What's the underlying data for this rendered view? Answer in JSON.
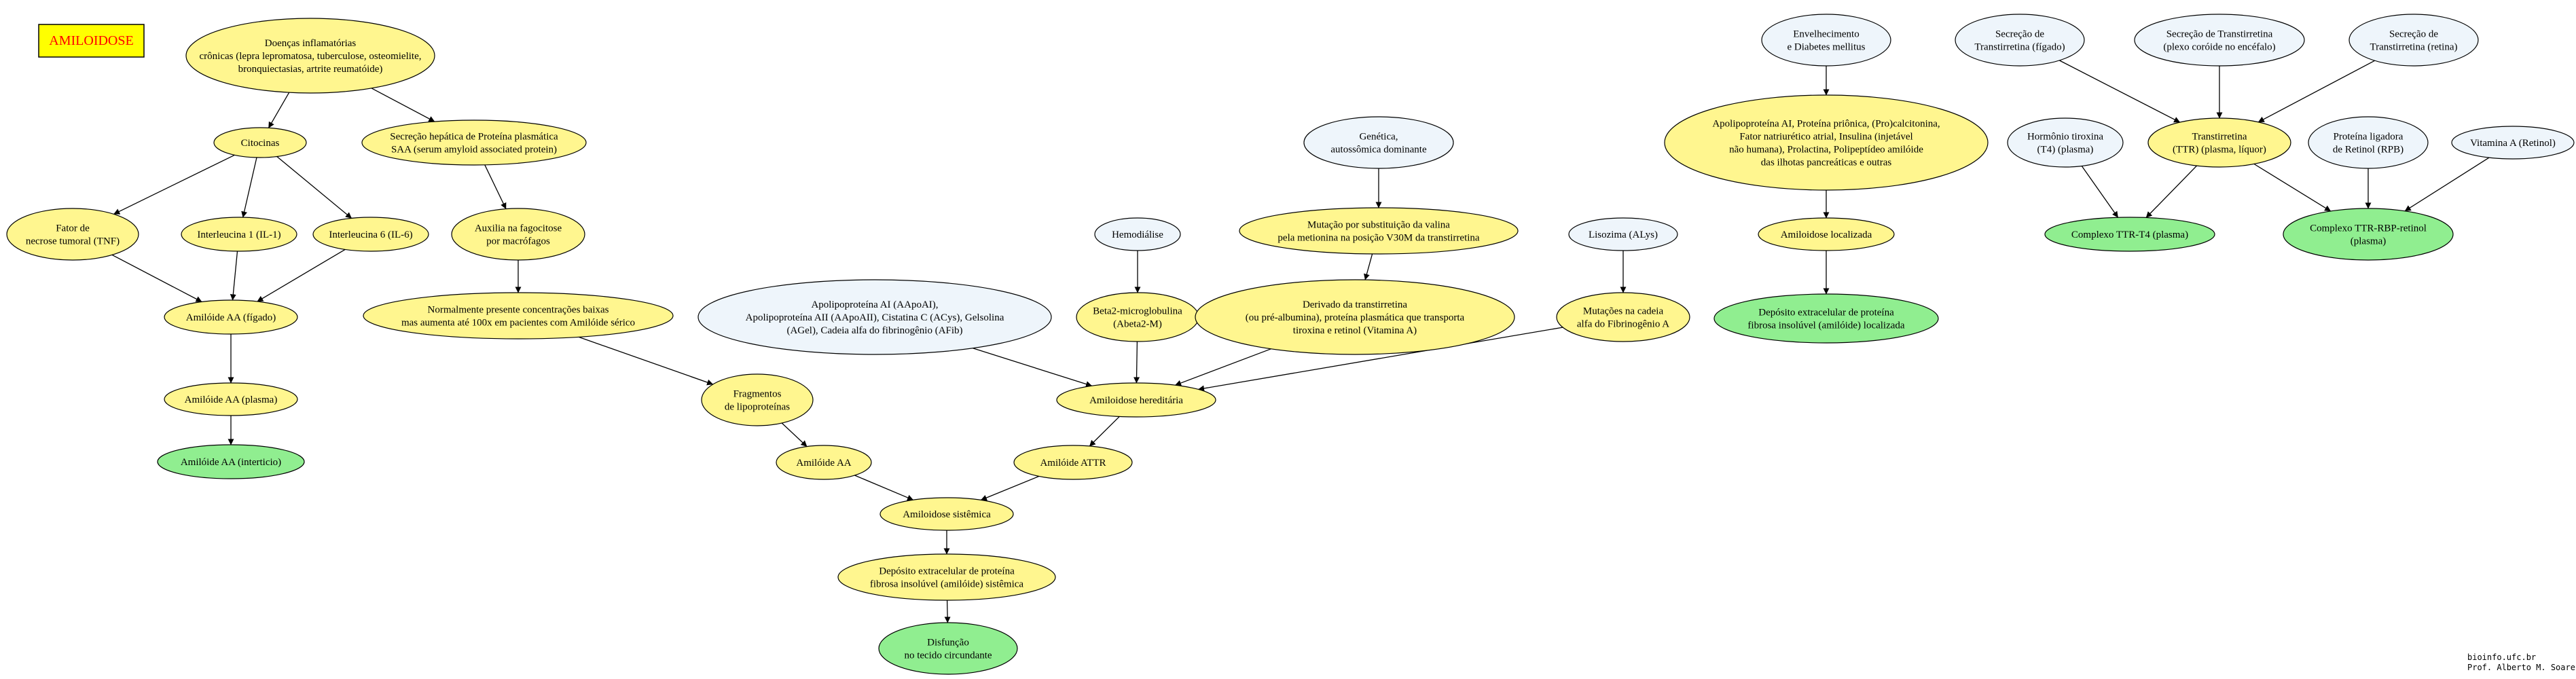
{
  "title_box": {
    "text": "AMILOIDOSE",
    "fill": "#ffff00",
    "text_color": "#ff0000"
  },
  "palette": {
    "yellow": "#fff68f",
    "light_blue": "#eef5fb",
    "green": "#90ee90",
    "stroke": "#000000"
  },
  "nodes": [
    {
      "id": "doencas",
      "style": "yellow",
      "lines": [
        "Doenças inflamatórias",
        "crônicas (lepra lepromatosa, tuberculose, osteomielite,",
        "bronquiectasias, artrite reumatóide)"
      ]
    },
    {
      "id": "citocinas",
      "style": "yellow",
      "lines": [
        "Citocinas"
      ]
    },
    {
      "id": "saa",
      "style": "yellow",
      "lines": [
        "Secreção hepática de Proteína plasmática",
        "SAA (serum amyloid associated protein)"
      ]
    },
    {
      "id": "tnf",
      "style": "yellow",
      "lines": [
        "Fator de",
        "necrose tumoral (TNF)"
      ]
    },
    {
      "id": "il1",
      "style": "yellow",
      "lines": [
        "Interleucina 1 (IL-1)"
      ]
    },
    {
      "id": "il6",
      "style": "yellow",
      "lines": [
        "Interleucina 6 (IL-6)"
      ]
    },
    {
      "id": "fagocitose",
      "style": "yellow",
      "lines": [
        "Auxilia na fagocitose",
        "por macrófagos"
      ]
    },
    {
      "id": "aa_figado",
      "style": "yellow",
      "lines": [
        "Amilóide AA (fígado)"
      ]
    },
    {
      "id": "normalmente",
      "style": "yellow",
      "lines": [
        "Normalmente presente concentrações baixas",
        "mas aumenta até 100x em pacientes com Amilóide sérico"
      ]
    },
    {
      "id": "aa_plasma",
      "style": "yellow",
      "lines": [
        "Amilóide AA (plasma)"
      ]
    },
    {
      "id": "aa_intersticio",
      "style": "green",
      "lines": [
        "Amilóide AA (interticio)"
      ]
    },
    {
      "id": "apolipo",
      "style": "light_blue",
      "lines": [
        "Apolipoproteína AI (AApoAI),",
        "Apolipoproteína AII (AApoAII), Cistatina C (ACys), Gelsolina",
        "(AGel), Cadeia alfa do fibrinogênio (AFib)"
      ]
    },
    {
      "id": "fragmentos",
      "style": "yellow",
      "lines": [
        "Fragmentos",
        "de lipoproteínas"
      ]
    },
    {
      "id": "amiloide_aa",
      "style": "yellow",
      "lines": [
        "Amilóide AA"
      ]
    },
    {
      "id": "sistemica",
      "style": "yellow",
      "lines": [
        "Amiloidose sistêmica"
      ]
    },
    {
      "id": "deposito_sist",
      "style": "yellow",
      "lines": [
        "Depósito extracelular de proteína",
        "fibrosa insolúvel (amilóide) sistêmica"
      ]
    },
    {
      "id": "disfuncao",
      "style": "green",
      "lines": [
        "Disfunção",
        "no tecido circundante"
      ]
    },
    {
      "id": "hemodialise",
      "style": "light_blue",
      "lines": [
        "Hemodiálise"
      ]
    },
    {
      "id": "beta2",
      "style": "yellow",
      "lines": [
        "Beta2-microglobulina",
        "(Abeta2-M)"
      ]
    },
    {
      "id": "genetica",
      "style": "light_blue",
      "lines": [
        "Genética,",
        "autossômica dominante"
      ]
    },
    {
      "id": "mutacao_valina",
      "style": "yellow",
      "lines": [
        "Mutação por substituição da valina",
        "pela metionina na posição V30M da transtirretina"
      ]
    },
    {
      "id": "derivado_ttr",
      "style": "yellow",
      "lines": [
        "Derivado da transtirretina",
        "(ou pré-albumina), proteína plasmática que transporta",
        "tiroxina e retinol (Vitamina A)"
      ]
    },
    {
      "id": "lisozima",
      "style": "light_blue",
      "lines": [
        "Lisozima (ALys)"
      ]
    },
    {
      "id": "mut_fibrinogenio",
      "style": "yellow",
      "lines": [
        "Mutações na cadeia",
        "alfa do Fibrinogênio A"
      ]
    },
    {
      "id": "hereditaria",
      "style": "yellow",
      "lines": [
        "Amiloidose hereditária"
      ]
    },
    {
      "id": "attr",
      "style": "yellow",
      "lines": [
        "Amilóide ATTR"
      ]
    },
    {
      "id": "envelhecimento",
      "style": "light_blue",
      "lines": [
        "Envelhecimento",
        "e Diabetes mellitus"
      ]
    },
    {
      "id": "apolipo_ai",
      "style": "yellow",
      "lines": [
        "Apolipoproteína AI, Proteína priônica, (Pro)calcitonina,",
        "Fator natriurético atrial, Insulina (injetável",
        "não humana), Prolactina, Polipeptídeo amilóide",
        "das ilhotas pancreáticas e outras"
      ]
    },
    {
      "id": "localizada",
      "style": "yellow",
      "lines": [
        "Amiloidose localizada"
      ]
    },
    {
      "id": "deposito_loc",
      "style": "green",
      "lines": [
        "Depósito extracelular de proteína",
        "fibrosa insolúvel (amilóide) localizada"
      ]
    },
    {
      "id": "sec_ttr_figado",
      "style": "light_blue",
      "lines": [
        "Secreção de",
        "Transtirretina (fígado)"
      ]
    },
    {
      "id": "sec_ttr_plexo",
      "style": "light_blue",
      "lines": [
        "Secreção de Transtirretina",
        "(plexo coróide no encéfalo)"
      ]
    },
    {
      "id": "sec_ttr_retina",
      "style": "light_blue",
      "lines": [
        "Secreção de",
        "Transtirretina (retina)"
      ]
    },
    {
      "id": "t4",
      "style": "light_blue",
      "lines": [
        "Hormônio tiroxina",
        "(T4) (plasma)"
      ]
    },
    {
      "id": "ttr",
      "style": "yellow",
      "lines": [
        "Transtirretina",
        "(TTR) (plasma, líquor)"
      ]
    },
    {
      "id": "rbp",
      "style": "light_blue",
      "lines": [
        "Proteína ligadora",
        "de Retinol (RPB)"
      ]
    },
    {
      "id": "vitamina_a",
      "style": "light_blue",
      "lines": [
        "Vitamina A (Retinol)"
      ]
    },
    {
      "id": "ttr_t4",
      "style": "green",
      "lines": [
        "Complexo TTR-T4 (plasma)"
      ]
    },
    {
      "id": "ttr_rbp",
      "style": "green",
      "lines": [
        "Complexo TTR-RBP-retinol",
        "(plasma)"
      ]
    }
  ],
  "edges": [
    [
      "doencas",
      "citocinas"
    ],
    [
      "doencas",
      "saa"
    ],
    [
      "citocinas",
      "tnf"
    ],
    [
      "citocinas",
      "il1"
    ],
    [
      "citocinas",
      "il6"
    ],
    [
      "saa",
      "fagocitose"
    ],
    [
      "tnf",
      "aa_figado"
    ],
    [
      "il1",
      "aa_figado"
    ],
    [
      "il6",
      "aa_figado"
    ],
    [
      "fagocitose",
      "normalmente"
    ],
    [
      "aa_figado",
      "aa_plasma"
    ],
    [
      "aa_plasma",
      "aa_intersticio"
    ],
    [
      "normalmente",
      "fragmentos"
    ],
    [
      "fragmentos",
      "amiloide_aa"
    ],
    [
      "amiloide_aa",
      "sistemica"
    ],
    [
      "sistemica",
      "deposito_sist"
    ],
    [
      "deposito_sist",
      "disfuncao"
    ],
    [
      "apolipo",
      "hereditaria"
    ],
    [
      "hemodialise",
      "beta2"
    ],
    [
      "beta2",
      "hereditaria"
    ],
    [
      "genetica",
      "mutacao_valina"
    ],
    [
      "mutacao_valina",
      "derivado_ttr"
    ],
    [
      "derivado_ttr",
      "hereditaria"
    ],
    [
      "lisozima",
      "mut_fibrinogenio"
    ],
    [
      "mut_fibrinogenio",
      "hereditaria"
    ],
    [
      "hereditaria",
      "attr"
    ],
    [
      "attr",
      "sistemica"
    ],
    [
      "envelhecimento",
      "apolipo_ai"
    ],
    [
      "apolipo_ai",
      "localizada"
    ],
    [
      "localizada",
      "deposito_loc"
    ],
    [
      "sec_ttr_figado",
      "ttr"
    ],
    [
      "sec_ttr_plexo",
      "ttr"
    ],
    [
      "sec_ttr_retina",
      "ttr"
    ],
    [
      "t4",
      "ttr_t4"
    ],
    [
      "ttr",
      "ttr_t4"
    ],
    [
      "ttr",
      "ttr_rbp"
    ],
    [
      "rbp",
      "ttr_rbp"
    ],
    [
      "vitamina_a",
      "ttr_rbp"
    ]
  ],
  "credits": [
    "bioinfo.ufc.br",
    "Prof. Alberto M. Soares"
  ]
}
